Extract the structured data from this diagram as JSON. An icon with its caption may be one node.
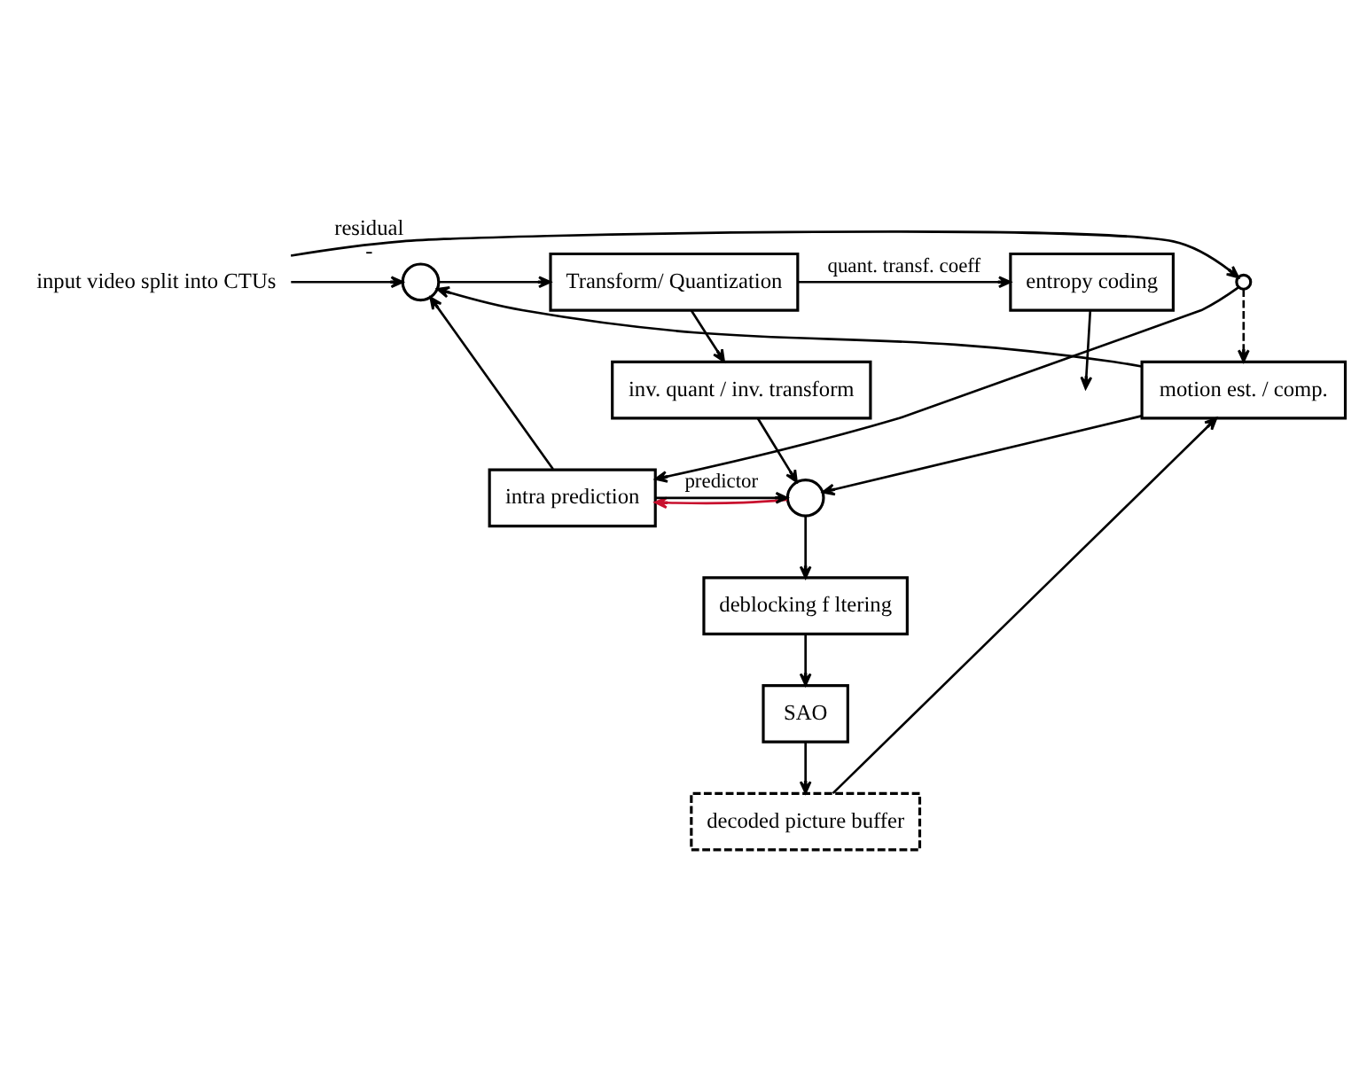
{
  "diagram": {
    "nodes": [
      {
        "text": [
          "input video split into CTUs"
        ]
      },
      {
        "text": [],
        "shape": "circle",
        "beside": [
          "residual",
          "-"
        ]
      },
      {
        "text": [
          "Transform/ Quantization"
        ]
      },
      {
        "text": [
          "entropy coding"
        ]
      },
      {
        "text": [
          "inv. quant / inv. transform"
        ]
      },
      {
        "text": [],
        "shape": "circle"
      },
      {
        "text": [
          "intra prediction"
        ]
      },
      {
        "text": [],
        "shape": "circle"
      },
      {
        "text": [
          "motion est. / comp."
        ]
      },
      {
        "text": [
          "deblocking f ltering"
        ]
      },
      {
        "text": [
          "SAO"
        ]
      },
      {
        "text": [
          "decoded picture buffer"
        ]
      }
    ],
    "edges": [
      {
        "from": 0,
        "to": 1,
        "arrow": "to"
      },
      {
        "from": 0,
        "to": 7,
        "arrow": "to"
      },
      {
        "from": 1,
        "to": 2,
        "arrow": "to"
      },
      {
        "from": 2,
        "to": 3,
        "arrow": "to",
        "label": "quant. transf. coeff"
      },
      {
        "from": 3,
        "to": null,
        "arrow": "to"
      },
      {
        "from": 2,
        "to": 4,
        "arrow": "to"
      },
      {
        "from": 4,
        "to": 5,
        "arrow": "to"
      },
      {
        "from": 7,
        "to": 6,
        "arrow": "to"
      },
      {
        "from": 7,
        "to": 8,
        "arrow": "to",
        "style": "dashed"
      },
      {
        "from": 6,
        "to": 1,
        "arrow": "to"
      },
      {
        "from": 8,
        "to": 1,
        "arrow": "to"
      },
      {
        "from": 6,
        "to": 5,
        "arrow": "to",
        "label": "predictor"
      },
      {
        "from": 8,
        "to": 5,
        "arrow": "to"
      },
      {
        "from": 5,
        "to": 9,
        "arrow": "to"
      },
      {
        "from": 5,
        "to": 6,
        "arrow": "to",
        "color": "#c8102e"
      },
      {
        "from": 9,
        "to": 10,
        "arrow": "to"
      },
      {
        "from": 10,
        "to": 11,
        "arrow": "to"
      },
      {
        "from": 11,
        "to": 8,
        "arrow": "to"
      }
    ]
  }
}
